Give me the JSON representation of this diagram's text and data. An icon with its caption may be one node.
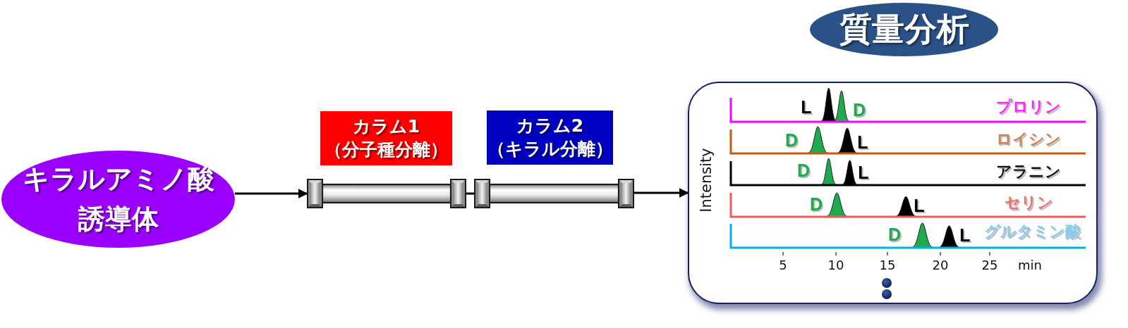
{
  "diagram": {
    "nodes": [
      {
        "text": [
          "キラルアミノ酸誘導体"
        ]
      },
      {
        "text": [
          "カラム1",
          "（分子種分離）"
        ]
      },
      {
        "text": [],
        "shape": "cylinder"
      },
      {
        "text": [
          "カラム2",
          "（キラル分離）"
        ]
      },
      {
        "text": [],
        "shape": "cylinder"
      },
      {
        "text": [
          "質量分析"
        ]
      },
      {
        "text": [],
        "shape": "box"
      }
    ],
    "edges": [
      {
        "from": 0,
        "to": 2,
        "arrow": "to"
      },
      {
        "from": 2,
        "to": 4,
        "arrow": "none"
      },
      {
        "from": 4,
        "to": 6,
        "arrow": "to"
      }
    ],
    "labels": [
      "Intensity",
      "L",
      "D",
      "プロリン",
      "D",
      "L",
      "ロイシン",
      "D",
      "L",
      "アラニン",
      "D",
      "L",
      "セリン",
      "D",
      "L",
      "グルタミン酸",
      "5",
      "10",
      "15",
      "20",
      "25",
      "min"
    ]
  }
}
